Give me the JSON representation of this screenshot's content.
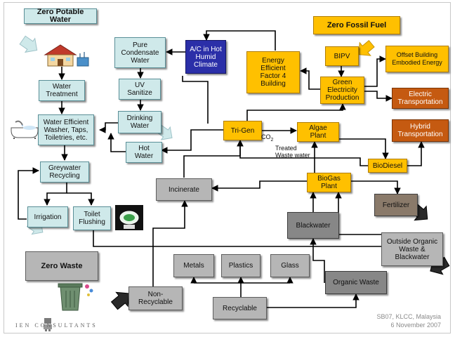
{
  "nodes": {
    "zero_potable_water": "Zero Potable Water",
    "zero_fossil_fuel": "Zero Fossil Fuel",
    "zero_waste": "Zero Waste",
    "water_treatment": "Water\nTreatment",
    "water_efficient": "Water Efficient\nWasher, Taps,\nToiletries, etc.",
    "greywater_recycling": "Greywater\nRecycling",
    "irrigation": "Irrigation",
    "toilet_flushing": "Toilet\nFlushing",
    "pure_condensate": "Pure\nCondensate\nWater",
    "uv_sanitize": "UV\nSanitize",
    "drinking_water": "Drinking\nWater",
    "hot_water": "Hot\nWater",
    "ac_hot_humid": "A/C in Hot\nHumid\nClimate",
    "energy_efficient": "Energy\nEfficient\nFactor 4\nBuilding",
    "bipv": "BIPV",
    "green_electricity": "Green\nElectricity\nProduction",
    "offset_building": "Offset Building\nEmbodied Energy",
    "electric_transportation": "Electric\nTransportation",
    "hybrid_transportation": "Hybrid\nTransportation",
    "tri_gen": "Tri-Gen",
    "algae_plant": "Algae\nPlant",
    "biodiesel": "BioDiesel",
    "biogas_plant": "BioGas\nPlant",
    "fertilizer": "Fertilizer",
    "incinerate": "Incinerate",
    "blackwater": "Blackwater",
    "outside_organic": "Outside Organic\nWaste &\nBlackwater",
    "metals": "Metals",
    "plastics": "Plastics",
    "glass": "Glass",
    "organic_waste": "Organic Waste",
    "non_recyclable": "Non-\nRecyclable",
    "recyclable": "Recyclable"
  },
  "labels": {
    "co2": "CO",
    "co2_sub": "2",
    "treated_waste_water": "Treated\nWaste water"
  },
  "footer": {
    "logo_text": "IEN CONSULTANTS",
    "event": "SB07, KLCC, Malaysia",
    "date": "6 November 2007"
  },
  "colors": {
    "water": "#cfe9ea",
    "energy": "#ffc000",
    "transport": "#c55a11",
    "ac": "#2b2fa8",
    "waste": "#b6b6b6",
    "waste_dark": "#878787"
  },
  "icons": [
    "house-rain-icon",
    "bathtub-icon",
    "toilet-icon",
    "trash-bin-icon",
    "sun-arrow-icon"
  ]
}
